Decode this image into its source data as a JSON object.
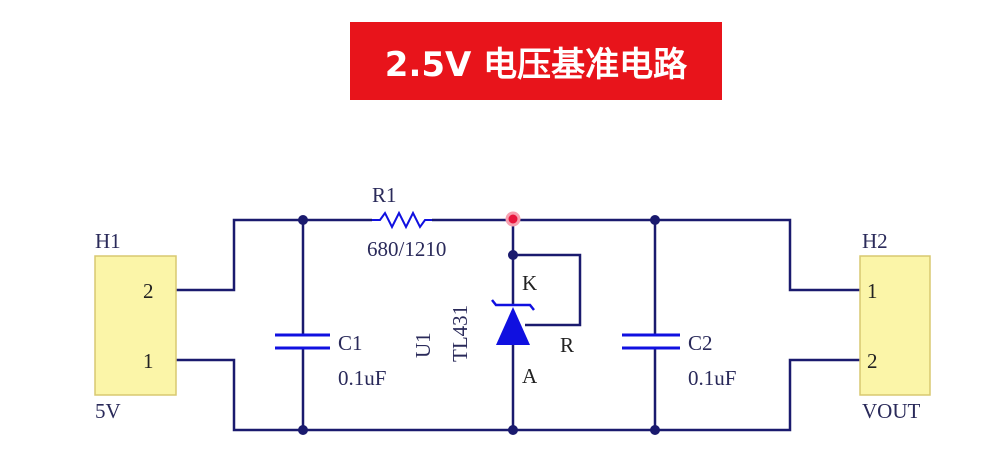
{
  "title": "2.5V 电压基准电路",
  "components": {
    "h1": {
      "designator": "H1",
      "value": "5V",
      "pins": [
        "2",
        "1"
      ]
    },
    "h2": {
      "designator": "H2",
      "value": "VOUT",
      "pins": [
        "1",
        "2"
      ]
    },
    "r1": {
      "designator": "R1",
      "value": "680/1210"
    },
    "c1": {
      "designator": "C1",
      "value": "0.1uF"
    },
    "c2": {
      "designator": "C2",
      "value": "0.1uF"
    },
    "u1": {
      "designator": "U1",
      "value": "TL431",
      "pin_k": "K",
      "pin_a": "A",
      "pin_r": "R"
    }
  },
  "colors": {
    "title_bg": "#e8141b",
    "wire": "#1a1a6e",
    "part": "#1010e0",
    "connector": "#fbf5a8",
    "highlight": "#e8143c"
  }
}
